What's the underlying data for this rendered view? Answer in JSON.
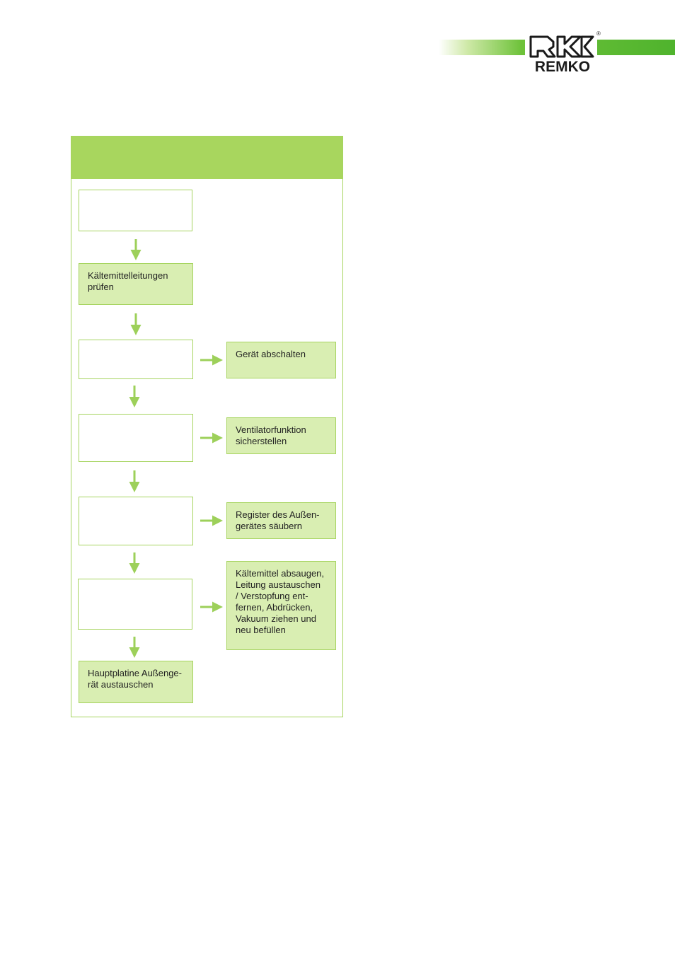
{
  "brand": {
    "name": "REMKO",
    "registered": "®",
    "color_green": "#4fb32d",
    "color_light_green": "#a8d65e",
    "color_box_fill": "#d9eeb2"
  },
  "flowchart": {
    "left_steps": [
      {
        "text": ""
      },
      {
        "text": "Kältemittelleitungen\nprüfen"
      },
      {
        "text": ""
      },
      {
        "text": ""
      },
      {
        "text": ""
      },
      {
        "text": ""
      },
      {
        "text": "Hauptplatine Außenge-\nrät austauschen"
      }
    ],
    "right_actions": [
      {
        "text": "Gerät abschalten"
      },
      {
        "text": "Ventilatorfunktion\nsicherstellen"
      },
      {
        "text": "Register des Außen-\ngerätes säubern"
      },
      {
        "text": "Kältemittel absaugen,\nLeitung austauschen\n/ Verstopfung ent-\nfernen, Abdrücken,\nVakuum ziehen und\nneu befüllen"
      }
    ]
  }
}
